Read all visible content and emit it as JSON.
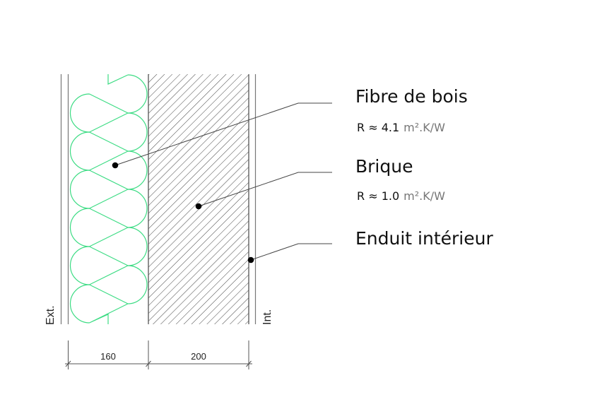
{
  "layers": [
    {
      "name": "Fibre de bois",
      "r_prefix": "R ≈",
      "r_value": "4.1",
      "unit": "m².K/W"
    },
    {
      "name": "Brique",
      "r_prefix": "R ≈",
      "r_value": "1.0",
      "unit": "m².K/W"
    },
    {
      "name": "Enduit intérieur"
    }
  ],
  "sides": {
    "exterior": "Ext.",
    "interior": "Int."
  },
  "dimensions": [
    "160",
    "200"
  ],
  "colors": {
    "insulation": "#3ddc84",
    "lines": "#555555",
    "dots": "#000000",
    "unit_text": "#777777"
  }
}
